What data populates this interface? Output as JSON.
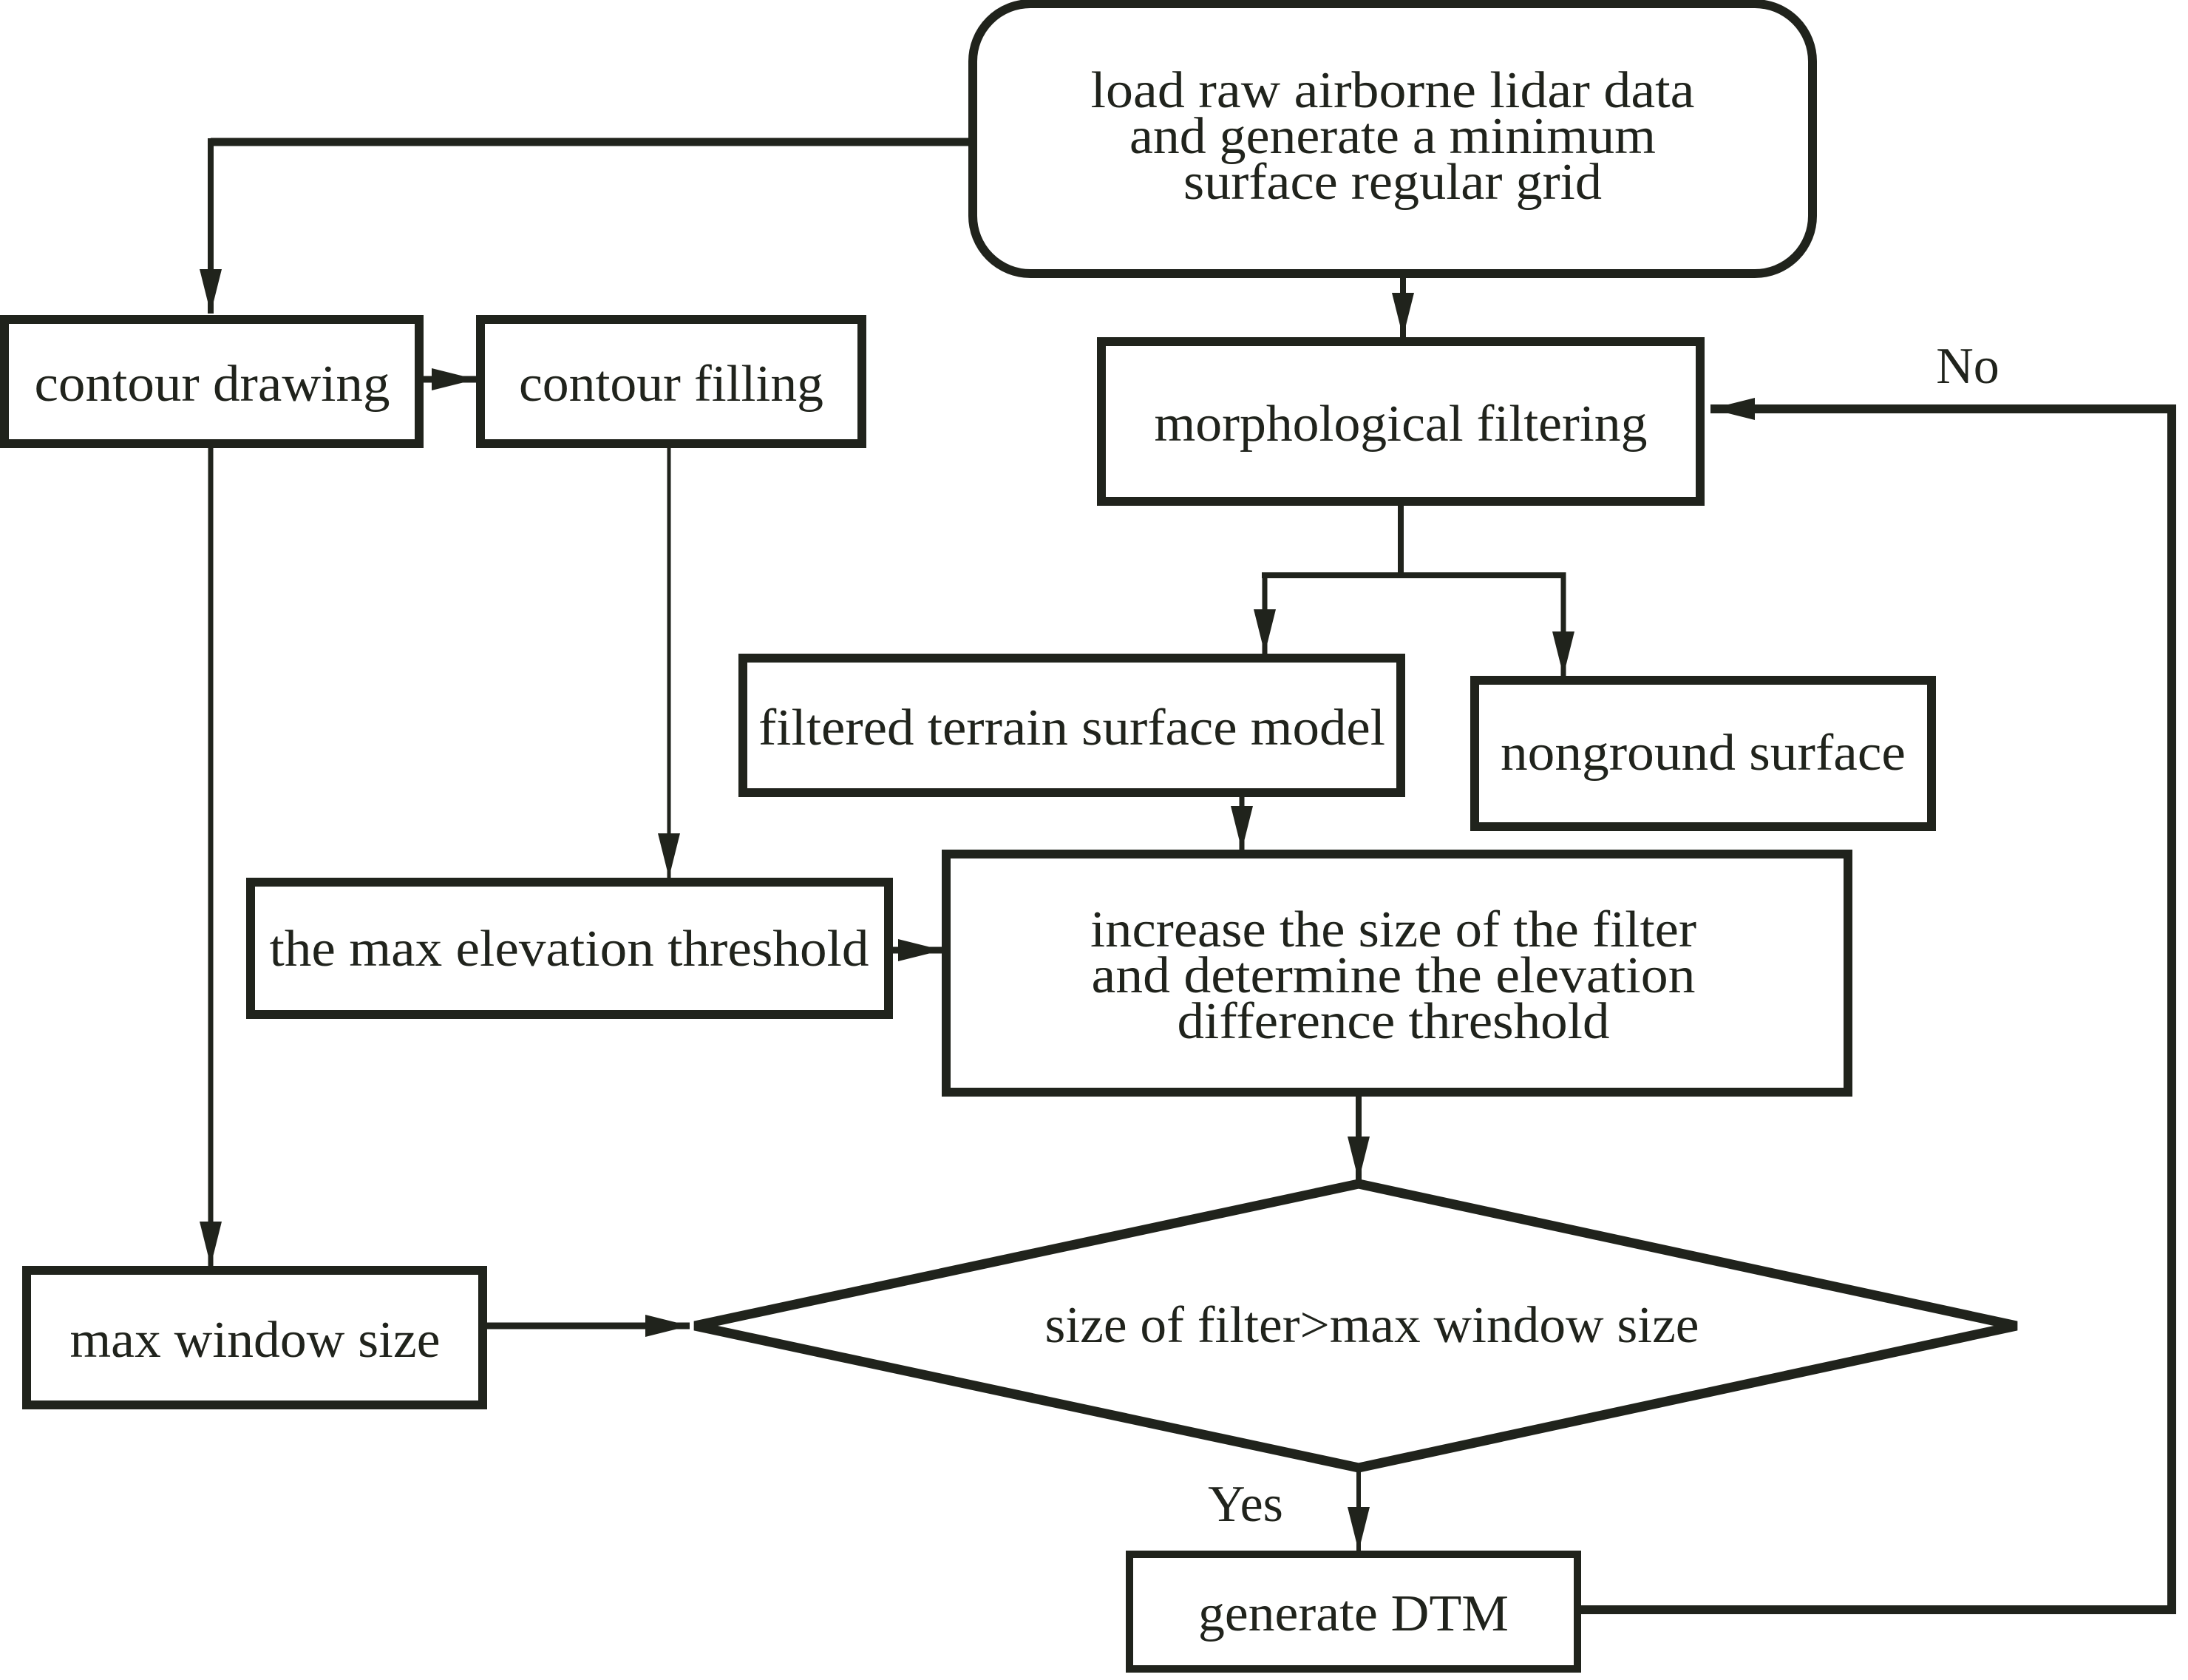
{
  "diagram": {
    "type": "flowchart",
    "ink_color": "#20231c",
    "background_color": "#ffffff",
    "nodes": {
      "load_data": {
        "shape": "rounded-rectangle",
        "lines": [
          "load raw airborne lidar data",
          "and generate a minimum",
          "surface regular grid"
        ]
      },
      "contour_drawing": {
        "shape": "rectangle",
        "label": "contour drawing"
      },
      "contour_filling": {
        "shape": "rectangle",
        "label": "contour filling"
      },
      "morphological_filtering": {
        "shape": "rectangle",
        "label": "morphological filtering"
      },
      "filtered_terrain_surface_model": {
        "shape": "rectangle",
        "label": "filtered terrain surface model"
      },
      "nonground_surface": {
        "shape": "rectangle",
        "label": "nonground surface"
      },
      "max_elevation_threshold": {
        "shape": "rectangle",
        "label": "the max elevation threshold"
      },
      "increase_filter_size": {
        "shape": "rectangle",
        "lines": [
          "increase the size of the filter",
          "and determine the elevation",
          "difference threshold"
        ]
      },
      "max_window_size": {
        "shape": "rectangle",
        "label": "max window size"
      },
      "size_decision": {
        "shape": "diamond",
        "label": "size of filter>max window size"
      },
      "generate_dtm": {
        "shape": "rectangle",
        "label": "generate DTM"
      }
    },
    "edge_labels": {
      "no": "No",
      "yes": "Yes"
    }
  }
}
